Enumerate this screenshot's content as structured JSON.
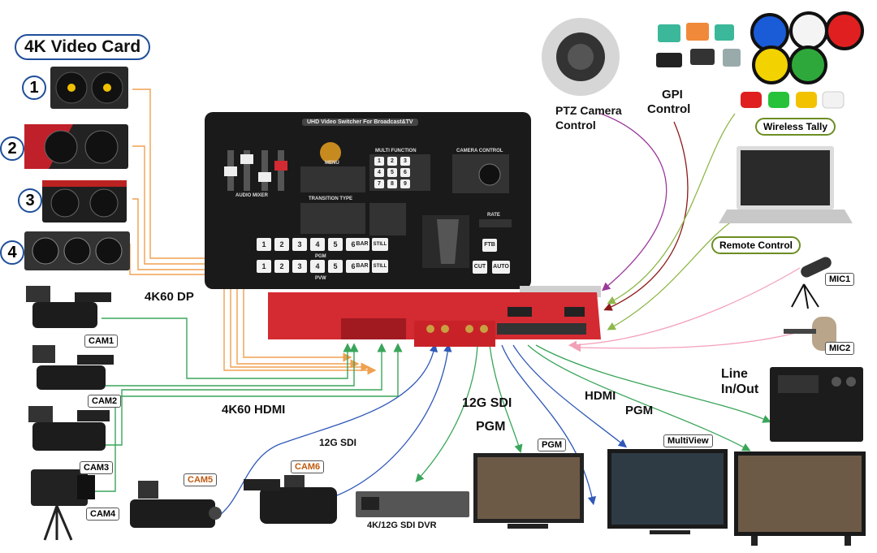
{
  "title": "4K Video Card",
  "cards": [
    "1",
    "2",
    "3",
    "4"
  ],
  "labels": {
    "dp": "4K60  DP",
    "hdmi_in": "4K60  HDMI",
    "sdi_small": "12G SDI",
    "sdi_big": "12G SDI",
    "pgm_big": "PGM",
    "hdmi_out": "HDMI",
    "pgm_out": "PGM",
    "line": "Line",
    "inout": "In/Out",
    "ptz": "PTZ Camera",
    "ptz2": "Control",
    "gpi": "GPI",
    "gpi2": "Control"
  },
  "pills": {
    "wireless_tally": "Wireless Tally",
    "remote_control": "Remote Control"
  },
  "tags": {
    "cam1": "CAM1",
    "cam2": "CAM2",
    "cam3": "CAM3",
    "cam4": "CAM4",
    "cam5": "CAM5",
    "cam6": "CAM6",
    "mic1": "MIC1",
    "mic2": "MIC2",
    "pgm_tv": "PGM",
    "multiview_tv": "MultiView",
    "dvr": "4K/12G SDI DVR"
  },
  "console": {
    "header": "UHD Video Switcher For Broadcast&TV",
    "audio_mixer": "AUDIO MIXER",
    "menu": "MENU",
    "multi_function": "MULTI FUNCTION",
    "camera_control": "CAMERA CONTROL",
    "transition_type": "TRANSITION TYPE",
    "rate": "RATE",
    "pgm": "PGM",
    "pvw": "PVW",
    "bar": "BAR",
    "still": "STILL",
    "ftb": "FTB",
    "cut": "CUT",
    "auto": "AUTO",
    "bus_keys": [
      "1",
      "2",
      "3",
      "4",
      "5",
      "6"
    ],
    "multi_keys": [
      "1",
      "2",
      "3",
      "4",
      "5",
      "6",
      "7",
      "8",
      "9"
    ]
  },
  "colors": {
    "dp_orange": "#f0a050",
    "hdmi_green": "#3aa55a",
    "sdi_blue": "#2f58b8",
    "purple": "#9b3a9b",
    "maroon": "#8b1a1a",
    "lime": "#8fb84a",
    "pink": "#f3a0b8",
    "console_red": "#d42a32",
    "console_black": "#1a1a1a"
  }
}
